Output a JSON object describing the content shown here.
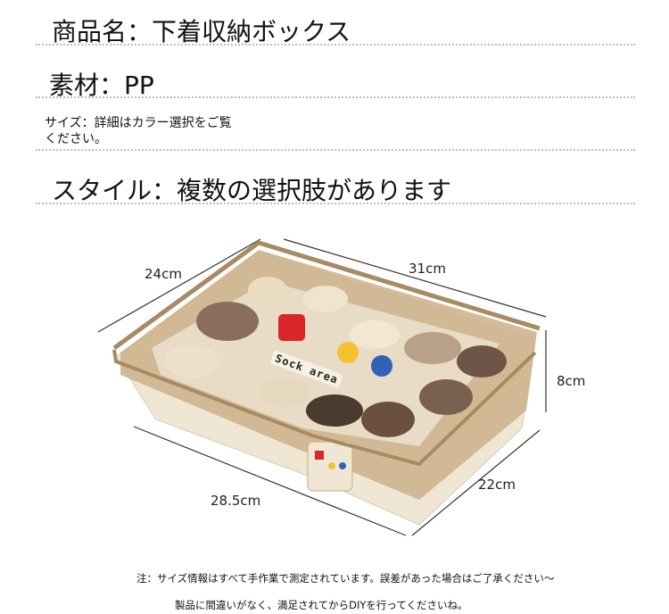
{
  "specs": {
    "product_name": "商品名：下着収納ボックス",
    "material": "素材：PP",
    "size_line1": "サイズ：詳細はカラー選択をご覧",
    "size_line2": "ください。",
    "style": "スタイル：複数の選択肢があります"
  },
  "dimensions": {
    "depth_top": "24cm",
    "width_top": "31cm",
    "height": "8cm",
    "width_bottom": "28.5cm",
    "depth_bottom": "22cm"
  },
  "product_logo_text": "Sock area",
  "notes": {
    "line1": "注：サイズ情報はすべて手作業で測定されています。誤差があった場合はご了承ください～",
    "line2": "製品に間違いがなく、満足されてからDIYを行ってくださいね。"
  },
  "colors": {
    "lid": "#c9ab82",
    "body": "#efe6d3",
    "logo_red": "#d8262b",
    "logo_yellow": "#f2c230",
    "logo_blue": "#2e63b8"
  }
}
